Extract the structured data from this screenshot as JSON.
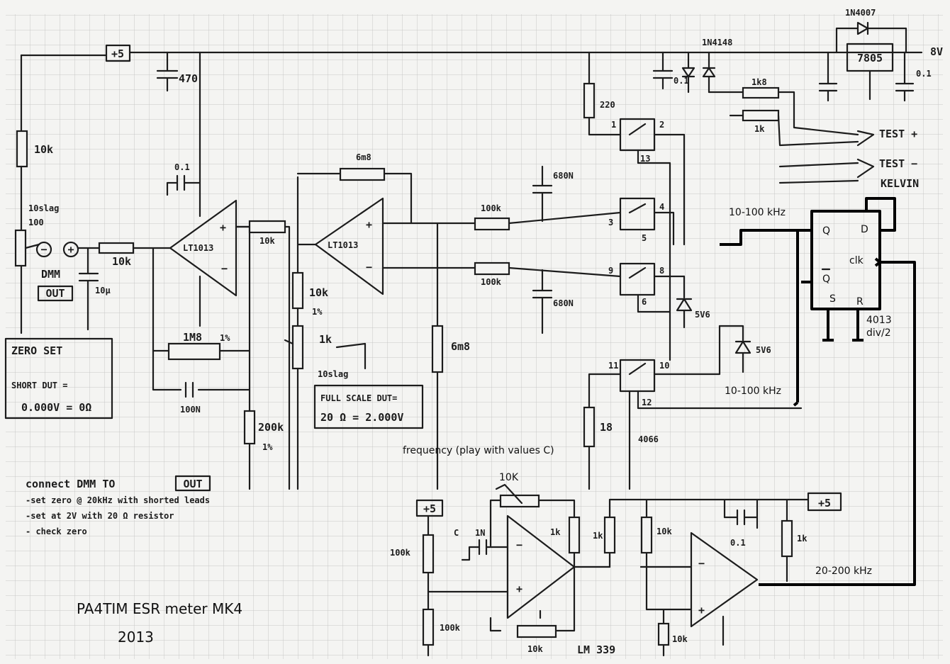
{
  "title": "PA4TIM ESR meter MK4",
  "year": "2013",
  "supply": {
    "plus5_top": "+5",
    "plus5_mid": "+5",
    "plus5_right": "+5",
    "vin": "8V",
    "regulator": "7805",
    "protect_diode": "1N4007",
    "diode_1n4148": "1N4148",
    "cap_470": "470",
    "cap_01_a": "0.1",
    "cap_01_b": "0.1",
    "cap_01_c": "0.1",
    "cap_01_d": "0.1"
  },
  "input_stage": {
    "r_10k_top": "10k",
    "pot_label": "10slag",
    "pot_value": "100",
    "dmm_label": "DMM",
    "out_label": "OUT",
    "minus": "−",
    "plus": "+",
    "cap_10u": "10µ",
    "r_10k_in": "10k",
    "opamp1": "LT1013",
    "r_1m8": "1M8",
    "r_1m8_tol": "1%",
    "cap_100n": "100N",
    "r_200k": "200k",
    "r_200k_tol": "1%"
  },
  "second_stage": {
    "r_10k_link": "10k",
    "opamp2": "LT1013",
    "r_6m8_fb": "6m8",
    "r_10k": "10k",
    "r_10k_tol": "1%",
    "pot_1k": "1k",
    "pot_1k_label": "10slag",
    "r_6m8": "6m8"
  },
  "demod": {
    "r_100k_a": "100k",
    "r_100k_b": "100k",
    "cap_680n_a": "680N",
    "cap_680n_b": "680N",
    "r_220": "220",
    "r_18": "18",
    "switch_ic": "4066",
    "pins": [
      "1",
      "2",
      "13",
      "4",
      "3",
      "5",
      "9",
      "8",
      "6",
      "11",
      "10",
      "12"
    ],
    "zener_a": "5V6",
    "zener_b": "5V6",
    "r_1k8": "1k8",
    "r_1k": "1k",
    "test_plus": "TEST +",
    "test_minus": "TEST −",
    "kelvin": "KELVIN"
  },
  "flipflop": {
    "ic": "4013",
    "div": "div/2",
    "q": "Q",
    "d": "D",
    "clk": "clk",
    "qbar": "Q",
    "s": "S",
    "r": "R",
    "freq_top": "10-100 kHz",
    "freq_bottom": "10-100 kHz",
    "freq_clk": "20-200 kHz"
  },
  "oscillator": {
    "note": "frequency (play with values C)",
    "pot_10k": "10K",
    "cap_c": "C",
    "cap_value": "1N",
    "r_100k_a": "100k",
    "r_100k_b": "100k",
    "r_1k_a": "1k",
    "r_1k_b": "1k",
    "r_10k_a": "10k",
    "r_10k_fb": "10k",
    "r_10k_b": "10k",
    "r_1k_c": "1k",
    "comparator": "LM 339"
  },
  "notes": {
    "zero_set_title": "ZERO SET",
    "zero_set_line1": "SHORT DUT =",
    "zero_set_line2": "0.000V = 0Ω",
    "full_scale_line1": "FULL SCALE DUT=",
    "full_scale_line2": "20 Ω = 2.000V",
    "connect_line1": "connect DMM TO",
    "connect_out": "OUT",
    "connect_line2": "-set zero @ 20kHz with shorted leads",
    "connect_line3": "-set at 2V with 20 Ω resistor",
    "connect_line4": "- check zero"
  }
}
